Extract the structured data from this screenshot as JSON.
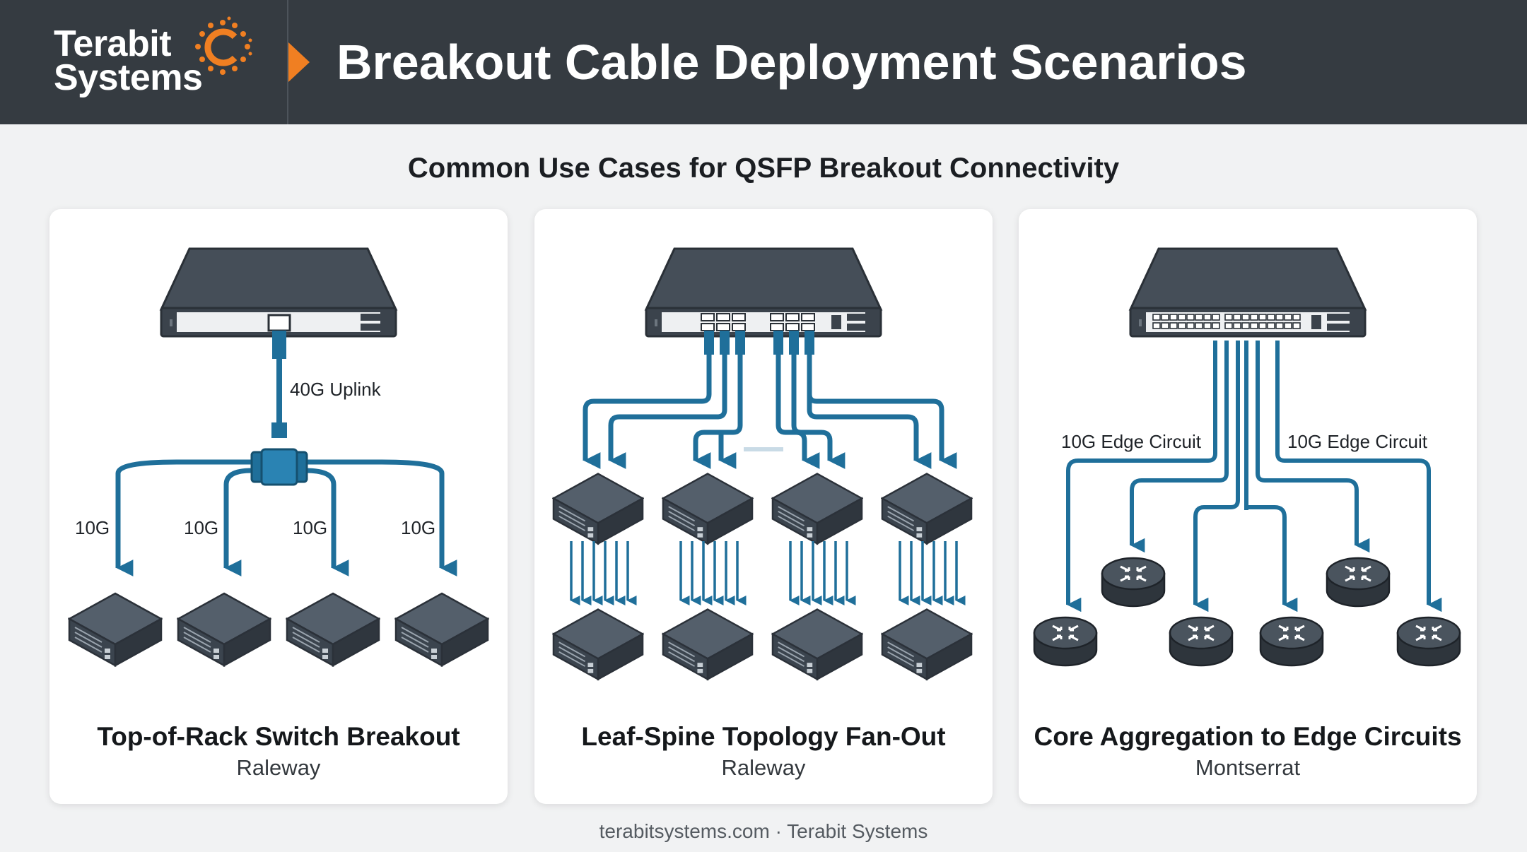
{
  "header": {
    "logo_line1": "Terabit",
    "logo_line2": "Systems",
    "title": "Breakout Cable Deployment Scenarios"
  },
  "subtitle": "Common Use Cases for QSFP Breakout Connectivity",
  "panels": [
    {
      "title": "Top-of-Rack Switch Breakout",
      "font": "Raleway",
      "uplink_label": "40G Uplink",
      "link_labels": [
        "10G",
        "10G",
        "10G",
        "10G"
      ]
    },
    {
      "title": "Leaf-Spine Topology Fan-Out",
      "font": "Raleway"
    },
    {
      "title": "Core Aggregation to Edge Circuits",
      "font": "Montserrat",
      "left_label": "10G Edge Circuit",
      "right_label": "10G Edge Circuit"
    }
  ],
  "footer": "terabitsystems.com · Terabit Systems",
  "colors": {
    "header_bg": "#353b41",
    "accent_orange": "#f07f22",
    "cable_blue": "#1f6f9a",
    "device_dark": "#414b55"
  },
  "icons": [
    "sun-logo-icon",
    "chevron-right-icon",
    "switch-icon",
    "server-icon",
    "router-icon",
    "splitter-icon"
  ]
}
